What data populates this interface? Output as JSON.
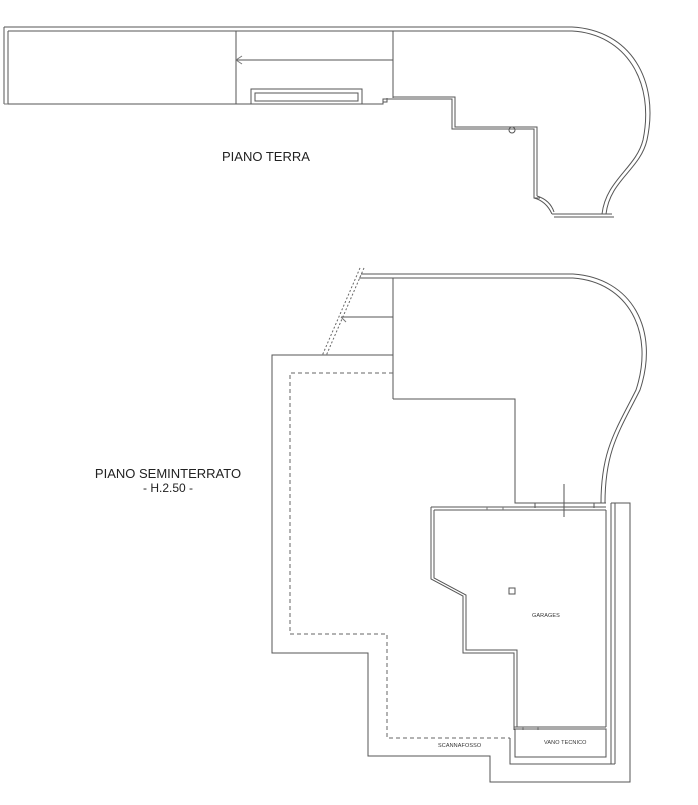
{
  "drawing": {
    "type": "architectural floor plan",
    "background": "#ffffff",
    "line_color": "#555555"
  },
  "ground_floor": {
    "title": "PIANO TERRA"
  },
  "basement": {
    "title": "PIANO SEMINTERRATO",
    "height_label": "- H.2.50 -",
    "rooms": [
      {
        "name": "GARAGES"
      },
      {
        "name": "VANO TECNICO"
      },
      {
        "name": "SCANNAFOSSO"
      }
    ]
  }
}
